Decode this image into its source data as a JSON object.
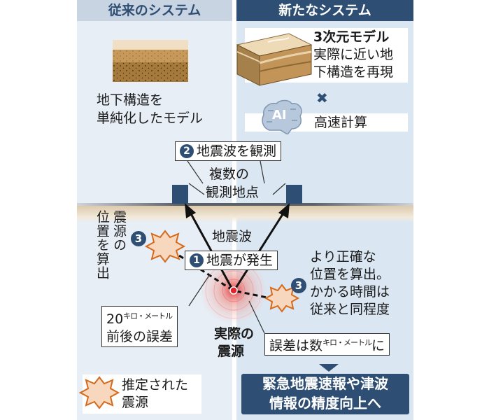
{
  "left_panel": {
    "header": "従来のシステム",
    "model_caption": [
      "地下構造を",
      "単純化したモデル"
    ],
    "legend_label": [
      "推定された",
      "震源"
    ],
    "error_callout": [
      "20",
      "キロ・メートル",
      "前後の誤差"
    ],
    "position_calc": [
      "震源の",
      "位置を算出"
    ]
  },
  "right_panel": {
    "header": "新たなシステム",
    "model_title": "3次元モデル",
    "model_desc": [
      "実際に近い地",
      "下構造を再現"
    ],
    "times_symbol": "✖",
    "ai_label": "AI",
    "compute_label": "高速計算",
    "result_text": [
      "より正確な",
      "位置を算出。",
      "かかる時間は",
      "従来と同程度"
    ],
    "error_callout": [
      "誤差は数",
      "キロ・メートル",
      "に"
    ],
    "outcome": [
      "緊急地震速報や津波",
      "情報の精度向上へ"
    ]
  },
  "center": {
    "observe_callout": "地震波を観測",
    "stations_label": [
      "複数の",
      "観測地点"
    ],
    "wave_label": "地震波",
    "quake_callout": "地震が発生",
    "epicenter_label": [
      "実際の",
      "震源"
    ]
  },
  "step_numbers": {
    "one": "1",
    "two": "2",
    "three": "3"
  },
  "colors": {
    "left_bg": "#e7eef6",
    "right_bg": "#dae7f3",
    "header_left": "#c9d4e2",
    "header_right": "#2e4f73",
    "accent_navy": "#2e4f73",
    "quake_red": "#e0242c",
    "star_fill": "#f7d7bd",
    "star_stroke": "#d66a1c"
  }
}
